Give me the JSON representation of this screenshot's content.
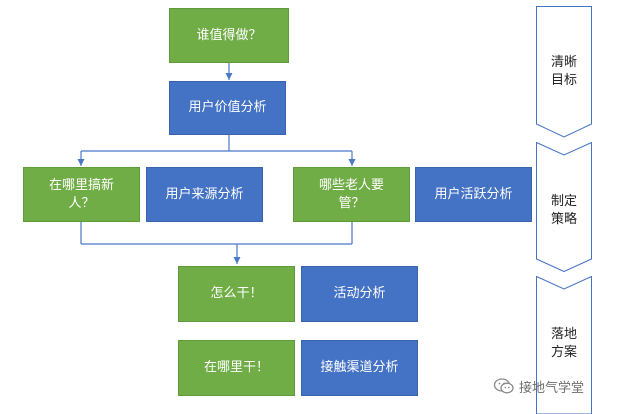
{
  "nodes": {
    "who_worth": "谁值得做？",
    "user_value": "用户价值分析",
    "where_new": "在哪里搞新人？",
    "user_source": "用户来源分析",
    "which_old": "哪些老人要管？",
    "user_active": "用户活跃分析",
    "how_do": "怎么干！",
    "activity": "活动分析",
    "where_do": "在哪里干！",
    "channel": "接触渠道分析"
  },
  "stages": [
    {
      "line1": "清晰",
      "line2": "目标"
    },
    {
      "line1": "制定",
      "line2": "策略"
    },
    {
      "line1": "落地",
      "line2": "方案"
    }
  ],
  "watermark": "接地气学堂",
  "colors": {
    "question_green": "#70ad47",
    "analysis_blue": "#4472c4",
    "connector": "#4a78c6"
  }
}
